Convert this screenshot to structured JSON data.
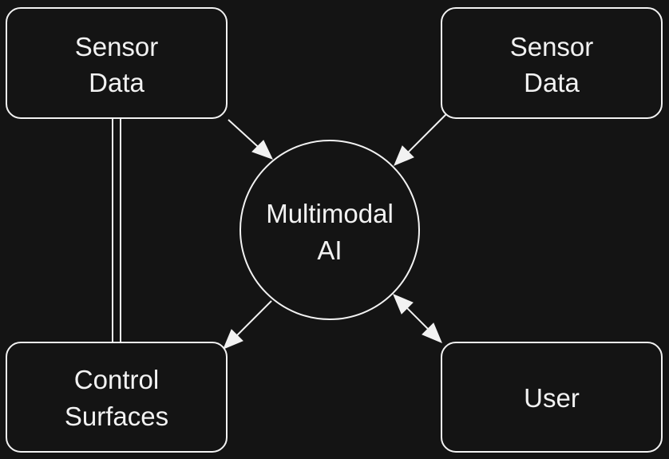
{
  "theme": {
    "background": "#141414",
    "stroke": "#f2f2f2",
    "text": "#f2f2f2"
  },
  "nodes": {
    "sensor_left": {
      "line1": "Sensor",
      "line2": "Data"
    },
    "sensor_right": {
      "line1": "Sensor",
      "line2": "Data"
    },
    "ai": {
      "line1": "Multimodal",
      "line2": "AI"
    },
    "control": {
      "line1": "Control",
      "line2": "Surfaces"
    },
    "user": {
      "line1": "User"
    }
  }
}
